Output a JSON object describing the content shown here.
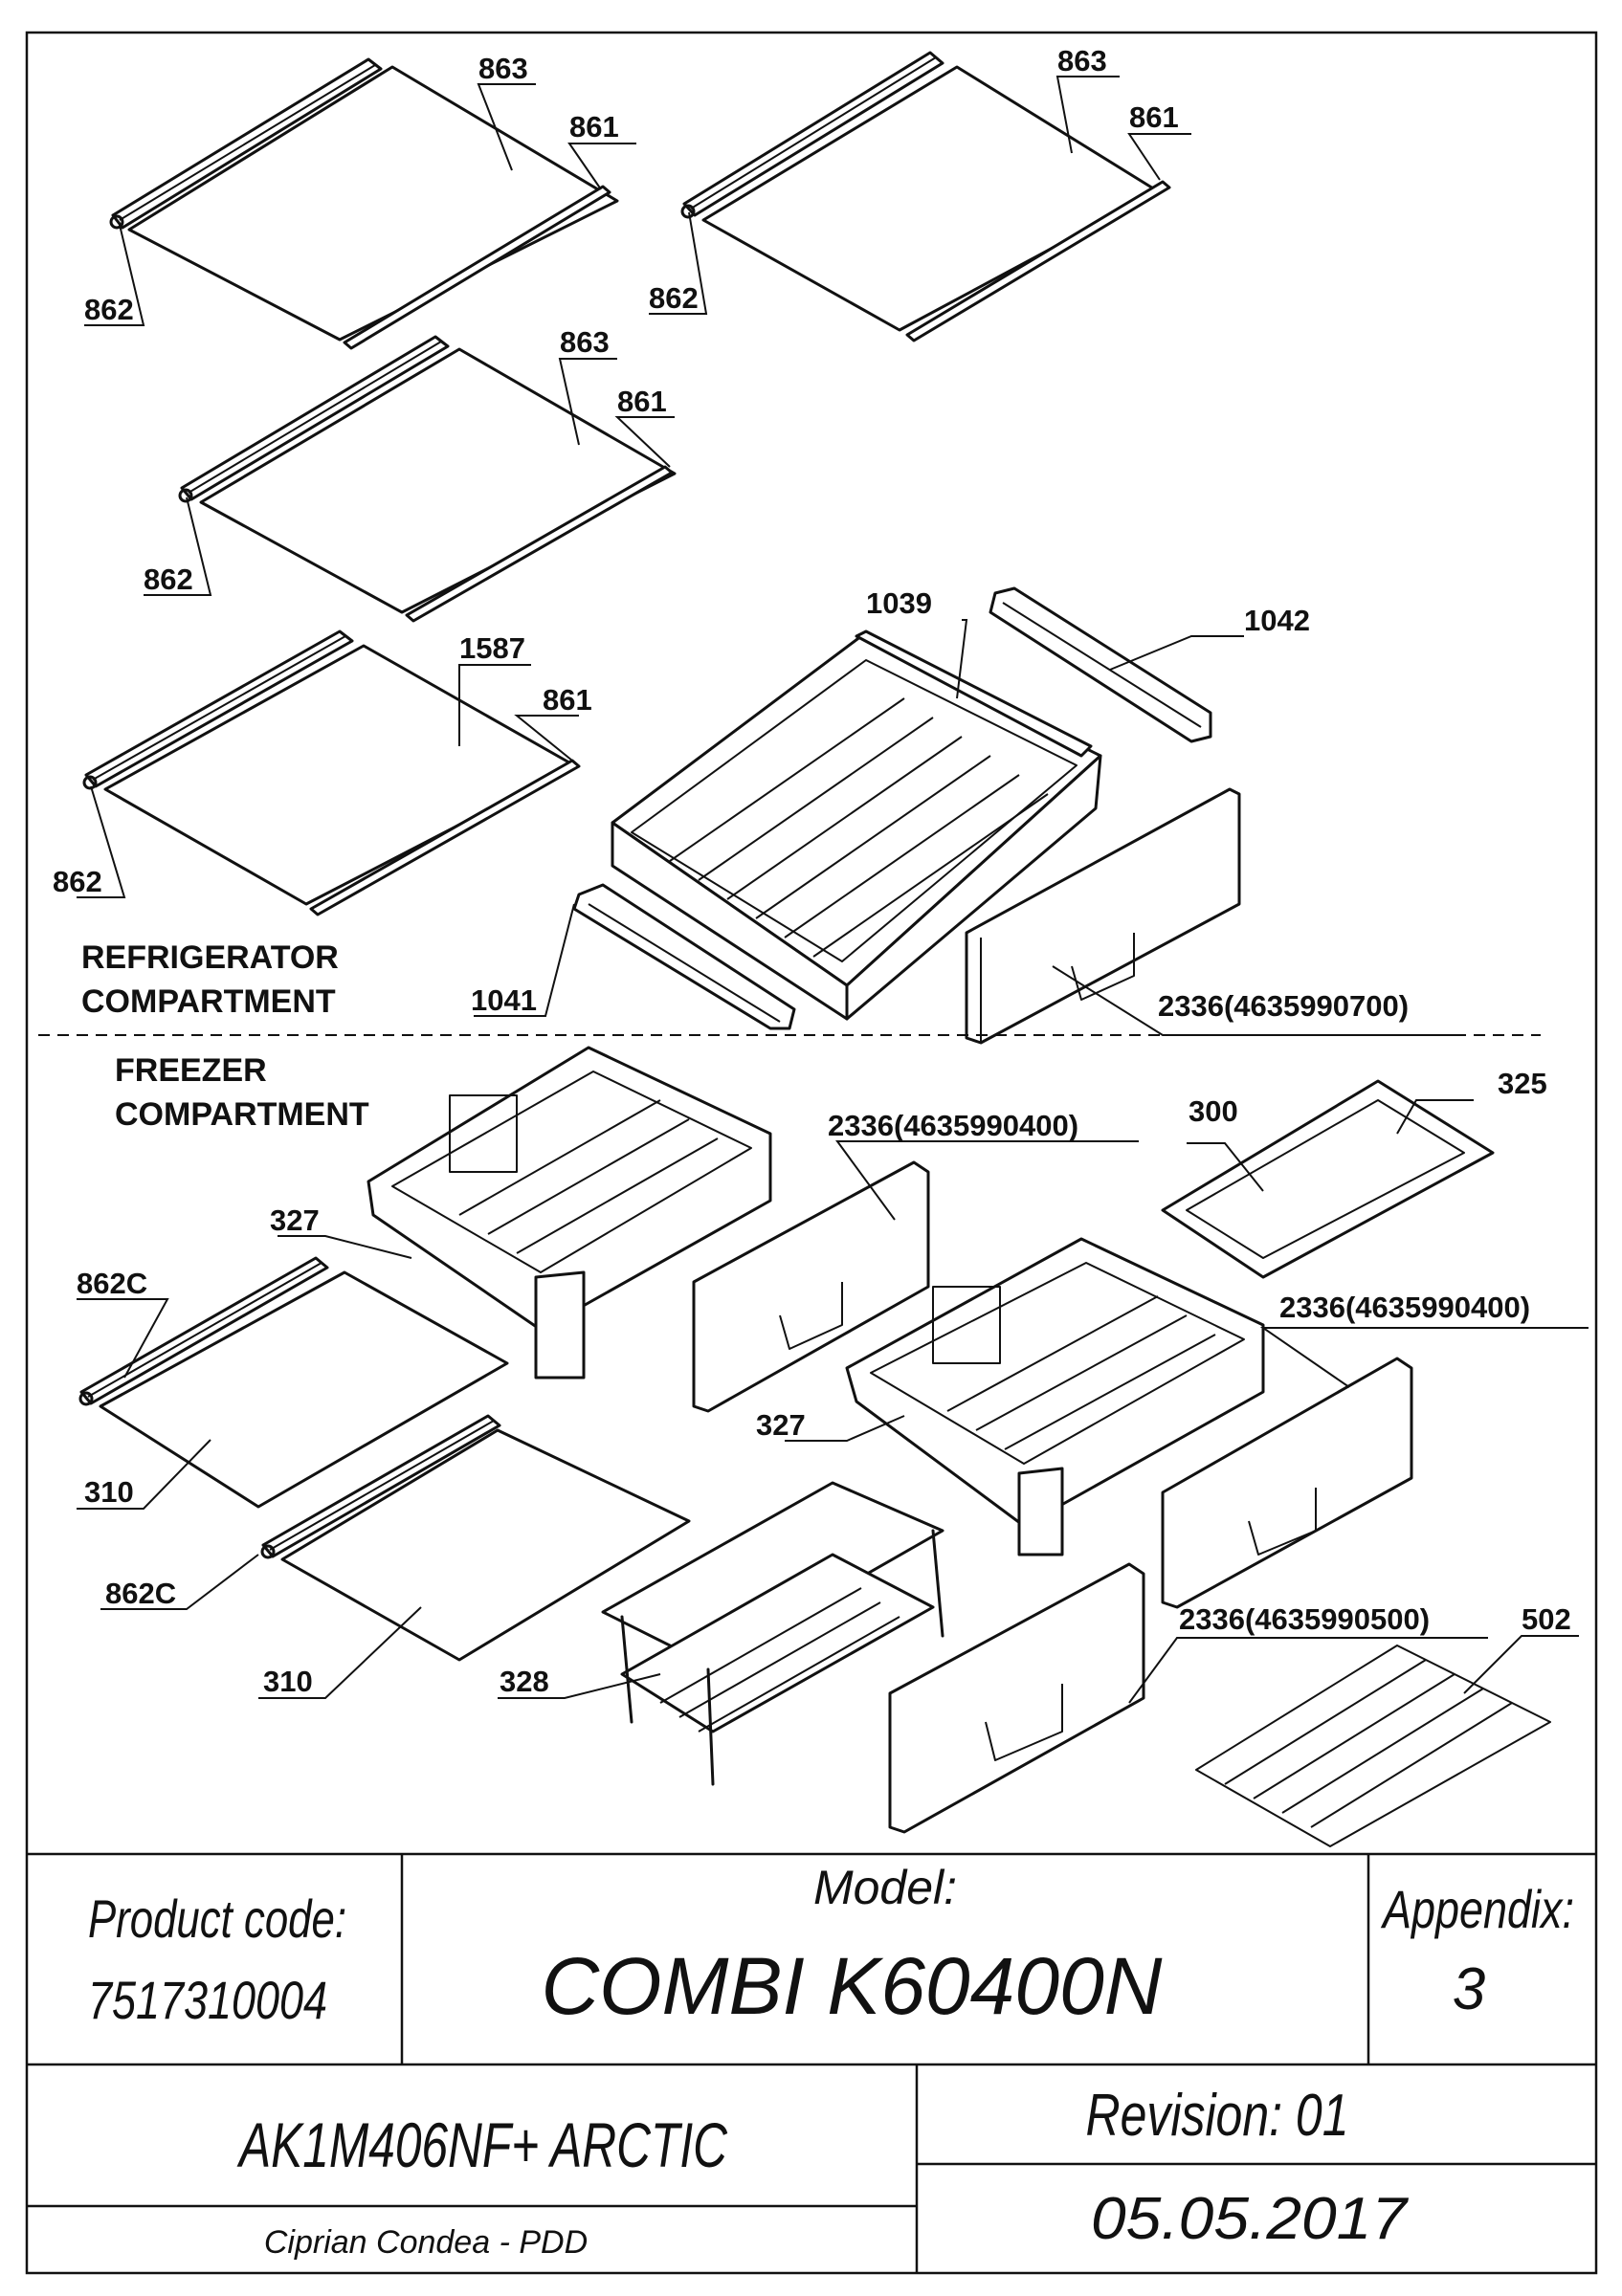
{
  "zones": {
    "refrigerator": [
      "REFRIGERATOR",
      "COMPARTMENT"
    ],
    "freezer": [
      "FREEZER",
      "COMPARTMENT"
    ]
  },
  "callouts": {
    "c863a": "863",
    "c861a": "861",
    "c862a": "862",
    "c863b": "863",
    "c861b": "861",
    "c862b": "862",
    "c863c": "863",
    "c861c": "861",
    "c862c": "862",
    "c1587": "1587",
    "c861d": "861",
    "c862d": "862",
    "c1039": "1039",
    "c1042": "1042",
    "c1041": "1041",
    "c2336a": "2336(4635990700)",
    "c2336b": "2336(4635990400)",
    "c300": "300",
    "c325": "325",
    "c327a": "327",
    "c862Ca": "862C",
    "c310a": "310",
    "c2336c": "2336(4635990400)",
    "c327b": "327",
    "c862Cb": "862C",
    "c310b": "310",
    "c328": "328",
    "c2336d": "2336(4635990500)",
    "c502": "502"
  },
  "title_block": {
    "product_code_label": "Product code:",
    "product_code": "7517310004",
    "model_label": "Model:",
    "model": "COMBI K60400N",
    "appendix_label": "Appendix:",
    "appendix": "3",
    "platform": "AK1M406NF+ ARCTIC",
    "revision": "Revision: 01",
    "author": "Ciprian Condea - PDD",
    "date": "05.05.2017"
  }
}
